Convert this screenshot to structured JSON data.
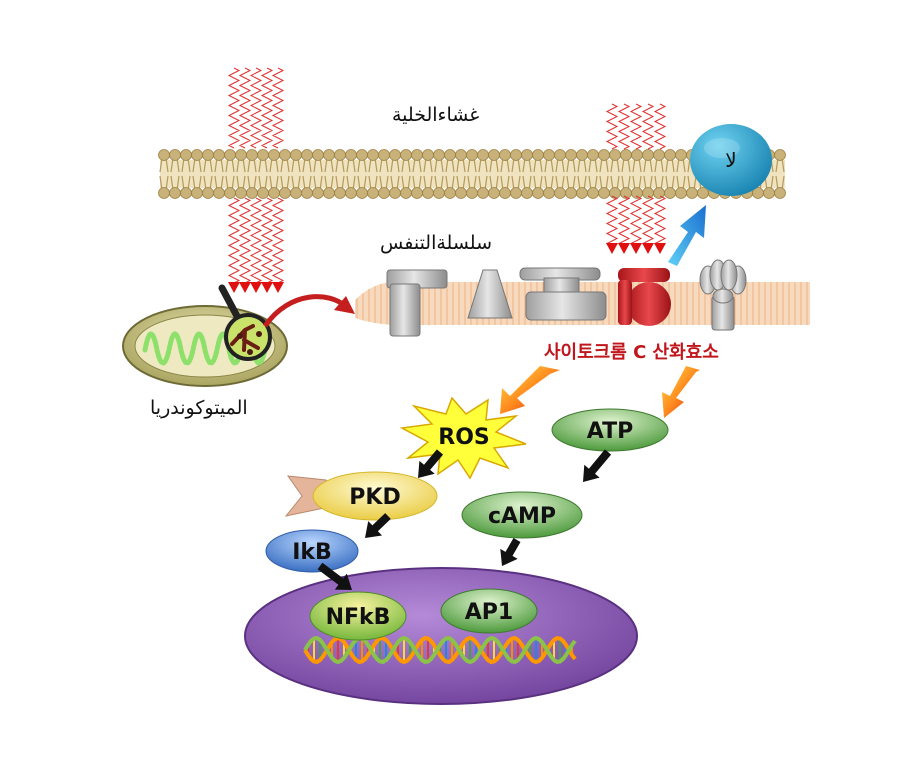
{
  "labels": {
    "cell_membrane": "غشاءالخلية",
    "respiratory_chain": "سلسلةالتنفس",
    "mitochondria": "الميتوكوندريا",
    "cytochrome_c_oxidase": "사이토크롬 C 산화효소",
    "no": "لا"
  },
  "nodes": {
    "ros": "ROS",
    "atp": "ATP",
    "pkd": "PKD",
    "camp": "cAMP",
    "ikb": "IkB",
    "nfkb": "NFkB",
    "ap1": "AP1"
  },
  "colors": {
    "membrane_head": "#c9b27a",
    "inner_membrane": "#f3c9a0",
    "laser_wave": "#e03030",
    "laser_arrowhead": "#e01010",
    "protein_gray": "#bfbfbf",
    "protein_red": "#d6262b",
    "no_ball": "#1e9cc9",
    "blue_arrow": "#2aa0e0",
    "ros_burst": "#ffff33",
    "atp_green": "#7cc36a",
    "pkd_yellow": "#f6ea72",
    "ikb_blue": "#5b8fd6",
    "nucleus_purple": "#8e5bb8",
    "mito_outer": "#c9c48a"
  },
  "icons": [
    "magnifier-icon",
    "dna-helix-icon",
    "no-molecule-icon",
    "curved-arrow-icon"
  ]
}
